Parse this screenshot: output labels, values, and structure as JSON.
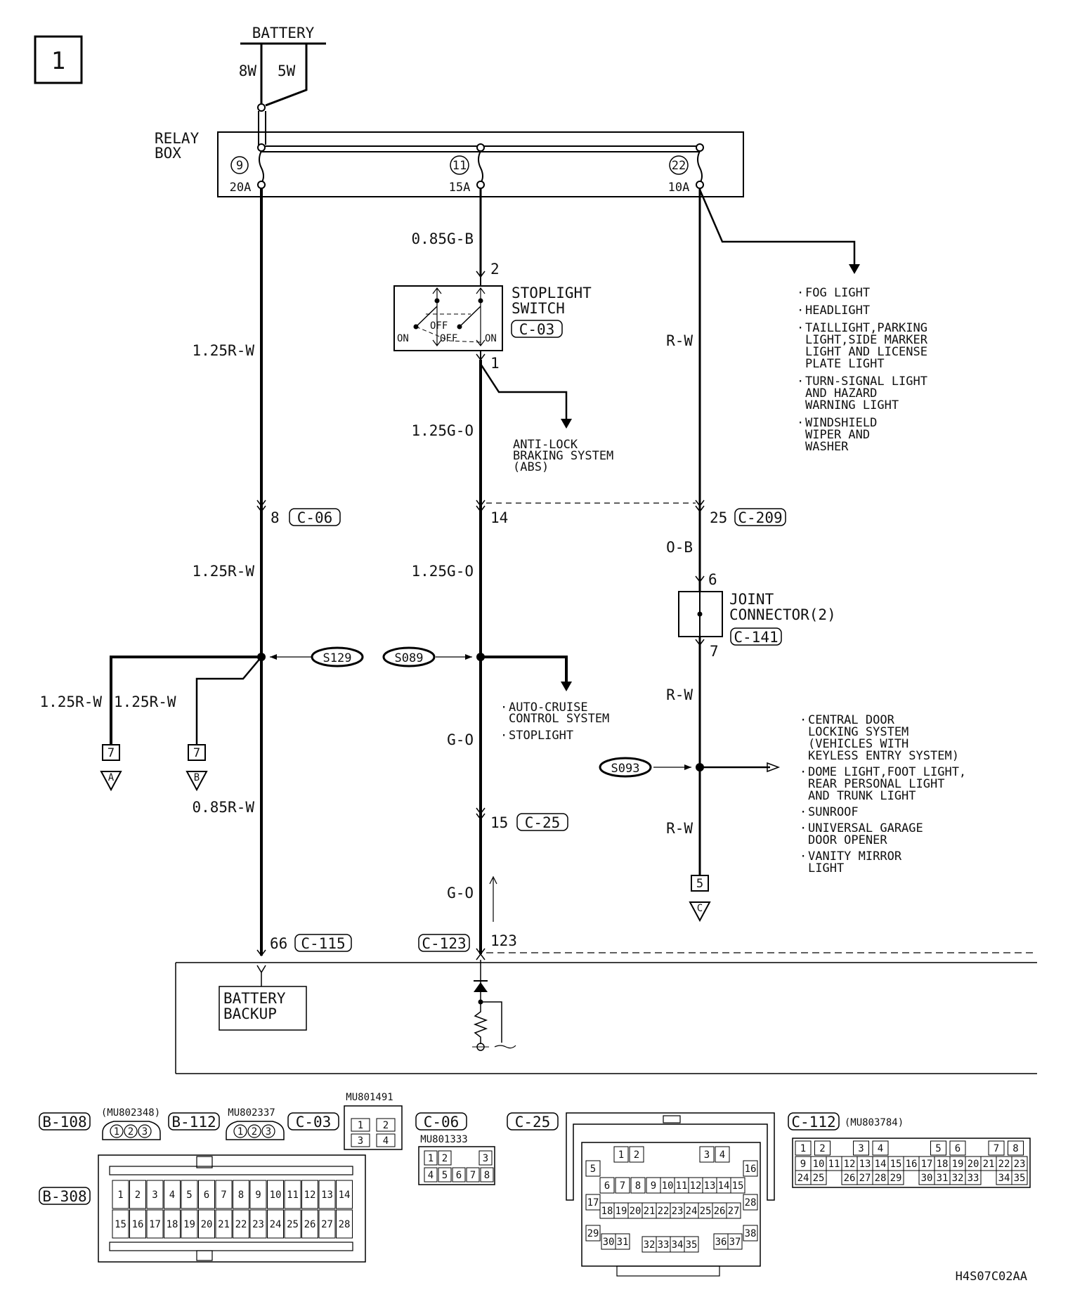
{
  "page_number": "1",
  "battery": {
    "label": "BATTERY",
    "fuse_left": "8W",
    "fuse_right": "5W"
  },
  "relay_box": {
    "title_line1": "RELAY",
    "title_line2": "BOX",
    "fuses": [
      {
        "num": "9",
        "rating": "20A"
      },
      {
        "num": "11",
        "rating": "15A"
      },
      {
        "num": "22",
        "rating": "10A"
      }
    ]
  },
  "wires": {
    "left_top": "1.25R-W",
    "left_mid": "1.25R-W",
    "left_branch_a": "1.25R-W",
    "left_branch_b": "1.25R-W",
    "left_bottom": "0.85R-W",
    "mid_top": "0.85G-B",
    "mid_1": "1.25G-O",
    "mid_2": "1.25G-O",
    "mid_3": "G-O",
    "mid_4": "G-O",
    "right_top": "R-W",
    "right_2": "O-B",
    "right_3": "R-W",
    "right_4": "R-W"
  },
  "stoplight_switch": {
    "line1": "STOPLIGHT",
    "line2": "SWITCH",
    "connector": "C-03",
    "pin_top": "2",
    "pin_bottom": "1",
    "on_left": "ON",
    "on_right": "ON",
    "off_1": "OFF",
    "off_2": "OFF"
  },
  "abs_note": {
    "line1": "ANTI-LOCK",
    "line2": "BRAKING SYSTEM",
    "line3": "(ABS)"
  },
  "right_notes": {
    "items": [
      [
        "FOG LIGHT"
      ],
      [
        "HEADLIGHT"
      ],
      [
        "TAILLIGHT,PARKING",
        "LIGHT,SIDE MARKER",
        "LIGHT AND LICENSE",
        "PLATE LIGHT"
      ],
      [
        "TURN-SIGNAL LIGHT",
        "AND HAZARD",
        "WARNING LIGHT"
      ],
      [
        "WINDSHIELD",
        "WIPER AND",
        "WASHER"
      ]
    ]
  },
  "connectors": {
    "c06": {
      "pin": "8",
      "name": "C-06"
    },
    "mid_14": {
      "pin": "14"
    },
    "c209": {
      "pin": "25",
      "name": "C-209"
    },
    "c25": {
      "pin": "15",
      "name": "C-25"
    },
    "c115": {
      "pin": "66",
      "name": "C-115"
    },
    "c123": {
      "pin": "123",
      "name": "C-123"
    }
  },
  "joint_connector": {
    "line1": "JOINT",
    "line2": "CONNECTOR(2)",
    "name": "C-141",
    "pin_in": "6",
    "pin_out": "7"
  },
  "splices": {
    "s129": "S129",
    "s089": "S089",
    "s093": "S093"
  },
  "cruise_note": {
    "line1": "AUTO-CRUISE",
    "line2": "CONTROL SYSTEM",
    "line3": "STOPLIGHT"
  },
  "central_note": {
    "items": [
      [
        "CENTRAL DOOR",
        "LOCKING SYSTEM",
        "(VEHICLES WITH",
        "KEYLESS ENTRY SYSTEM)"
      ],
      [
        "DOME LIGHT,FOOT LIGHT,",
        "REAR PERSONAL LIGHT",
        "AND TRUNK LIGHT"
      ],
      [
        "SUNROOF"
      ],
      [
        "UNIVERSAL GARAGE",
        "DOOR OPENER"
      ],
      [
        "VANITY MIRROR",
        "LIGHT"
      ]
    ]
  },
  "terminals": {
    "a": {
      "pin": "7",
      "letter": "A"
    },
    "b": {
      "pin": "7",
      "letter": "B"
    },
    "c": {
      "pin": "5",
      "letter": "C"
    }
  },
  "battery_backup": {
    "line1": "BATTERY",
    "line2": "BACKUP"
  },
  "bottom_connectors": {
    "b108": {
      "name": "B-108",
      "part": "(MU802348)",
      "pins": [
        "1",
        "2",
        "3"
      ]
    },
    "b112": {
      "name": "B-112",
      "part": "MU802337",
      "pins": [
        "1",
        "2",
        "3"
      ]
    },
    "c03": {
      "name": "C-03",
      "part": "MU801491",
      "pins": [
        "1",
        "2",
        "3",
        "4"
      ]
    },
    "c06": {
      "name": "C-06",
      "part": "MU801333",
      "pins": [
        "1",
        "2",
        "3",
        "4",
        "5",
        "6",
        "7",
        "8"
      ]
    },
    "c25": {
      "name": "C-25"
    },
    "c112": {
      "name": "C-112",
      "part": "(MU803784)"
    },
    "b308": {
      "name": "B-308",
      "row1": [
        "1",
        "2",
        "3",
        "4",
        "5",
        "6",
        "7",
        "8",
        "9",
        "10",
        "11",
        "12",
        "13",
        "14"
      ],
      "row2": [
        "15",
        "16",
        "17",
        "18",
        "19",
        "20",
        "21",
        "22",
        "23",
        "24",
        "25",
        "26",
        "27",
        "28"
      ]
    }
  },
  "c25_pins": {
    "r1": [
      "1",
      "2",
      "3",
      "4"
    ],
    "left": [
      "5",
      "6",
      "7",
      "8"
    ],
    "r2": [
      "9",
      "10",
      "11",
      "12",
      "13",
      "14",
      "15"
    ],
    "r3": [
      "17",
      "18",
      "19",
      "20",
      "21",
      "22",
      "23",
      "24",
      "25",
      "26",
      "27"
    ],
    "r4": [
      "29",
      "30",
      "31",
      "32",
      "33",
      "34",
      "35",
      "36",
      "37"
    ],
    "right": [
      "16",
      "28",
      "38"
    ]
  },
  "c112_pins": {
    "r1": [
      "1",
      "2",
      "",
      "3",
      "4",
      "",
      "",
      "5",
      "6",
      "",
      "7",
      "8"
    ],
    "r2": [
      "9",
      "10",
      "11",
      "12",
      "13",
      "14",
      "15",
      "16",
      "17",
      "18",
      "19",
      "20",
      "21",
      "22",
      "23"
    ],
    "r3": [
      "24",
      "25",
      "",
      "26",
      "27",
      "28",
      "29",
      "",
      "30",
      "31",
      "32",
      "33",
      "",
      "34",
      "35"
    ]
  },
  "figure_code": "H4S07C02AA"
}
